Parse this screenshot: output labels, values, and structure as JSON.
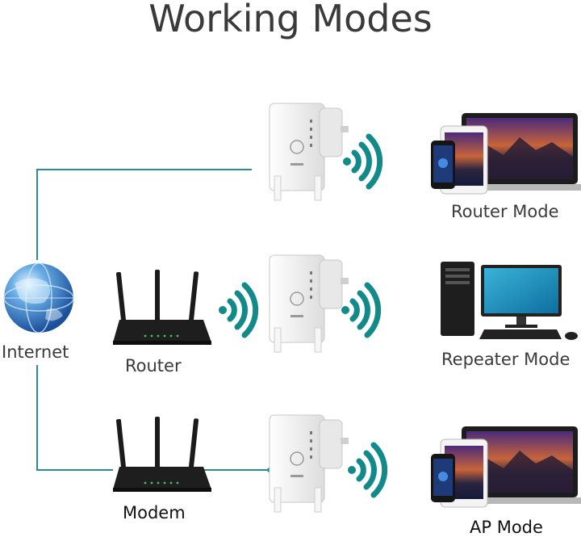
{
  "title": "Working Modes",
  "labels": {
    "internet": "Internet",
    "router": "Router",
    "modem": "Modem",
    "router_mode": "Router Mode",
    "repeater_mode": "Repeater Mode",
    "ap_mode": "AP Mode"
  },
  "colors": {
    "line": "#2a8c8c",
    "wifi": "#128a8a",
    "device_dark": "#1b1b1b",
    "extender": "#f2f2f2"
  },
  "icons": [
    "globe-icon",
    "router-icon",
    "modem-icon",
    "wifi-extender-icon",
    "wifi-signal-icon",
    "laptop-icon",
    "phone-icon",
    "tablet-icon",
    "desktop-pc-icon"
  ]
}
